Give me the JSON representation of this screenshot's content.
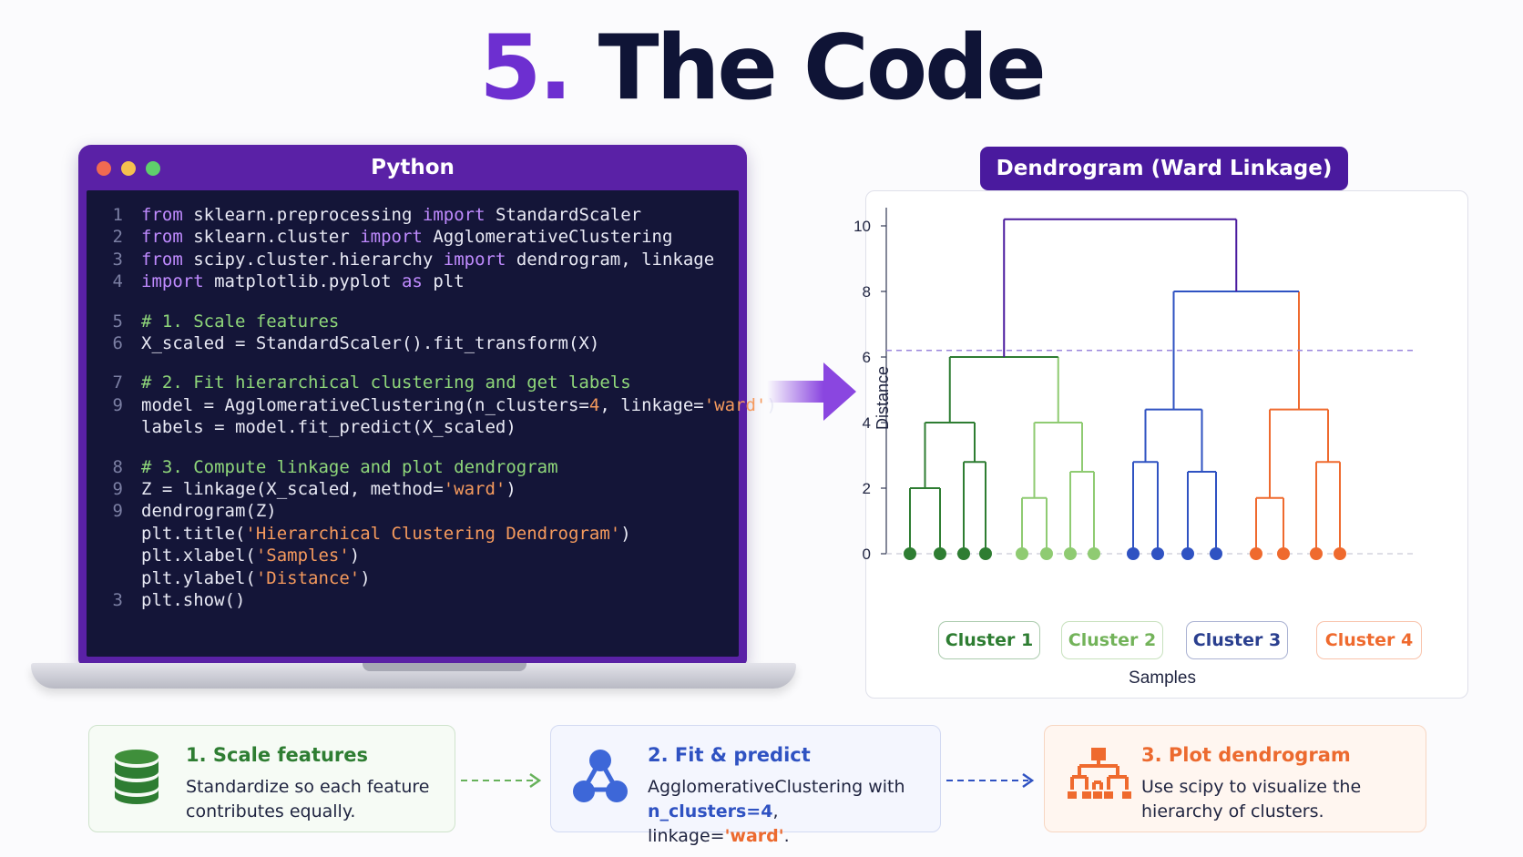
{
  "page": {
    "title_number": "5.",
    "title_text": "The Code"
  },
  "editor": {
    "window_title": "Python",
    "lines": [
      {
        "n": "1",
        "tokens": [
          {
            "t": "from",
            "c": "kw"
          },
          {
            "t": " sklearn.preprocessing "
          },
          {
            "t": "import",
            "c": "kw"
          },
          {
            "t": " StandardScaler"
          }
        ]
      },
      {
        "n": "2",
        "tokens": [
          {
            "t": "from",
            "c": "kw"
          },
          {
            "t": " sklearn.cluster "
          },
          {
            "t": "import",
            "c": "kw"
          },
          {
            "t": " AgglomerativeClustering"
          }
        ]
      },
      {
        "n": "3",
        "tokens": [
          {
            "t": "from",
            "c": "kw"
          },
          {
            "t": " scipy.cluster.hierarchy "
          },
          {
            "t": "import",
            "c": "kw"
          },
          {
            "t": " dendrogram, linkage"
          }
        ]
      },
      {
        "n": "4",
        "tokens": [
          {
            "t": "import",
            "c": "kw"
          },
          {
            "t": " matplotlib.pyplot "
          },
          {
            "t": "as",
            "c": "kw"
          },
          {
            "t": " plt"
          }
        ]
      },
      {
        "n": "5",
        "gap": true,
        "tokens": [
          {
            "t": "# 1. Scale features",
            "c": "cm"
          }
        ]
      },
      {
        "n": "6",
        "tokens": [
          {
            "t": "X_scaled = StandardScaler().fit_transform(X)"
          }
        ]
      },
      {
        "n": "7",
        "gap": true,
        "tokens": [
          {
            "t": "# 2. Fit hierarchical clustering and get labels",
            "c": "cm"
          }
        ]
      },
      {
        "n": "9",
        "tokens": [
          {
            "t": "model = AgglomerativeClustering(n_clusters="
          },
          {
            "t": "4",
            "c": "nm"
          },
          {
            "t": ", linkage="
          },
          {
            "t": "'ward'",
            "c": "st"
          },
          {
            "t": ")"
          }
        ]
      },
      {
        "n": "",
        "tokens": [
          {
            "t": "labels = model.fit_predict(X_scaled)"
          }
        ]
      },
      {
        "n": "8",
        "gap": true,
        "tokens": [
          {
            "t": "# 3. Compute linkage and plot dendrogram",
            "c": "cm"
          }
        ]
      },
      {
        "n": "9",
        "tokens": [
          {
            "t": "Z = linkage(X_scaled, method="
          },
          {
            "t": "'ward'",
            "c": "st"
          },
          {
            "t": ")"
          }
        ]
      },
      {
        "n": "9",
        "tokens": [
          {
            "t": "dendrogram(Z)"
          }
        ]
      },
      {
        "n": "",
        "tokens": [
          {
            "t": "plt.title("
          },
          {
            "t": "'Hierarchical Clustering Dendrogram'",
            "c": "st"
          },
          {
            "t": ")"
          }
        ]
      },
      {
        "n": "",
        "tokens": [
          {
            "t": "plt.xlabel("
          },
          {
            "t": "'Samples'",
            "c": "st"
          },
          {
            "t": ")"
          }
        ]
      },
      {
        "n": "",
        "tokens": [
          {
            "t": "plt.ylabel("
          },
          {
            "t": "'Distance'",
            "c": "st"
          },
          {
            "t": ")"
          }
        ]
      },
      {
        "n": "3",
        "tokens": [
          {
            "t": "plt.show()"
          }
        ]
      }
    ]
  },
  "dendrogram": {
    "header": "Dendrogram (Ward Linkage)",
    "ylabel": "Distance",
    "xlabel": "Samples",
    "y_ticks": [
      "0",
      "2",
      "4",
      "6",
      "8",
      "10"
    ],
    "ylim": [
      0,
      10
    ],
    "cut_height": 6.2,
    "colors": {
      "cluster1": "#2e7d32",
      "cluster2": "#8fcb72",
      "cluster3": "#2f52c2",
      "cluster4": "#ef6a2e",
      "root": "#4a1a9e",
      "cut": "#9a86dc"
    },
    "clusters": [
      {
        "label": "Cluster 1",
        "color": "#2e7d32"
      },
      {
        "label": "Cluster 2",
        "color": "#73b35a"
      },
      {
        "label": "Cluster 3",
        "color": "#2a3f8f"
      },
      {
        "label": "Cluster 4",
        "color": "#ef6a2e"
      }
    ]
  },
  "chart_data": {
    "type": "dendrogram",
    "title": "Dendrogram (Ward Linkage)",
    "xlabel": "Samples",
    "ylabel": "Distance",
    "ylim": [
      0,
      10
    ],
    "cut_height": 6.2,
    "leaves": 16,
    "merges": [
      {
        "a": 0,
        "b": 1,
        "height": 2.0
      },
      {
        "a": 2,
        "b": 3,
        "height": 2.8
      },
      {
        "a": "c1a",
        "b": "c1b",
        "height": 4.0
      },
      {
        "a": 4,
        "b": 5,
        "height": 1.7
      },
      {
        "a": 6,
        "b": 7,
        "height": 2.5
      },
      {
        "a": "c2a",
        "b": "c2b",
        "height": 4.0
      },
      {
        "a": "cluster1",
        "b": "cluster2",
        "height": 6.0
      },
      {
        "a": 8,
        "b": 9,
        "height": 2.8
      },
      {
        "a": 10,
        "b": 11,
        "height": 2.5
      },
      {
        "a": "c3a",
        "b": "c3b",
        "height": 4.4
      },
      {
        "a": 12,
        "b": 13,
        "height": 1.7
      },
      {
        "a": 14,
        "b": 15,
        "height": 2.8
      },
      {
        "a": "c4a",
        "b": "c4b",
        "height": 4.4
      },
      {
        "a": "cluster3",
        "b": "cluster4",
        "height": 8.0
      },
      {
        "a": "left",
        "b": "right",
        "height": 10.2
      }
    ],
    "clusters": [
      "Cluster 1",
      "Cluster 2",
      "Cluster 3",
      "Cluster 4"
    ]
  },
  "steps": [
    {
      "title": "1. Scale features",
      "desc": "Standardize so each feature contributes equally.",
      "icon": "database-icon"
    },
    {
      "title": "2. Fit & predict",
      "desc_prefix": "AgglomerativeClustering with ",
      "desc_param": "n_clusters=4",
      "desc_mid": ", linkage=",
      "desc_value": "'ward'",
      "desc_suffix": ".",
      "icon": "network-nodes-icon"
    },
    {
      "title": "3. Plot dendrogram",
      "desc": "Use scipy to visualize the hierarchy of clusters.",
      "icon": "hierarchy-tree-icon"
    }
  ]
}
